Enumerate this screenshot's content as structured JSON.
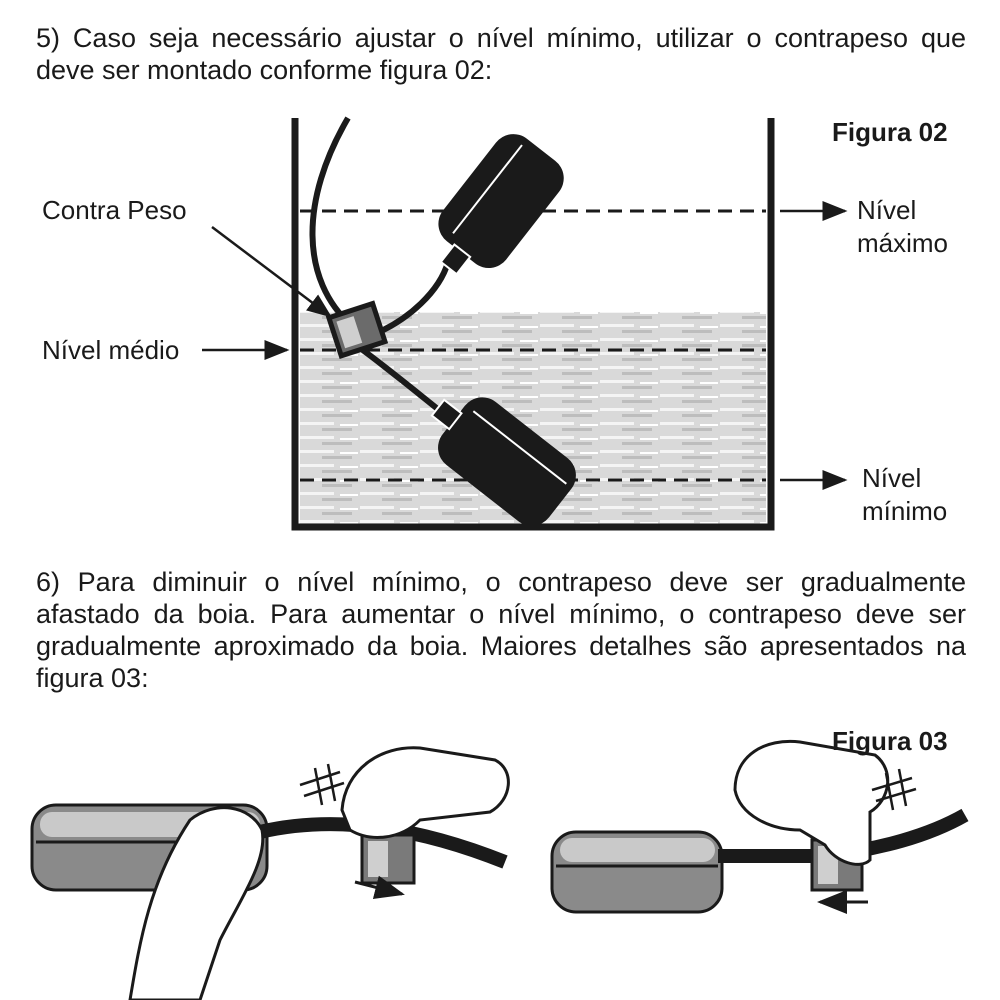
{
  "step5": {
    "text": "5) Caso seja necessário ajustar o nível mínimo, utilizar o contrapeso que deve ser montado conforme figura 02:"
  },
  "figure02": {
    "title": "Figura 02",
    "label_counterweight": "Contra Peso",
    "label_medium": "Nível médio",
    "label_max_line1": "Nível",
    "label_max_line2": "máximo",
    "label_min_line1": "Nível",
    "label_min_line2": "mínimo"
  },
  "step6": {
    "text": "6) Para diminuir o nível mínimo, o contrapeso deve ser gradualmente afastado da boia. Para aumentar o nível mínimo, o contrapeso deve ser gradualmente aproximado da boia. Maiores detalhes são apresentados na figura 03:"
  },
  "figure03": {
    "title": "Figura 03"
  }
}
